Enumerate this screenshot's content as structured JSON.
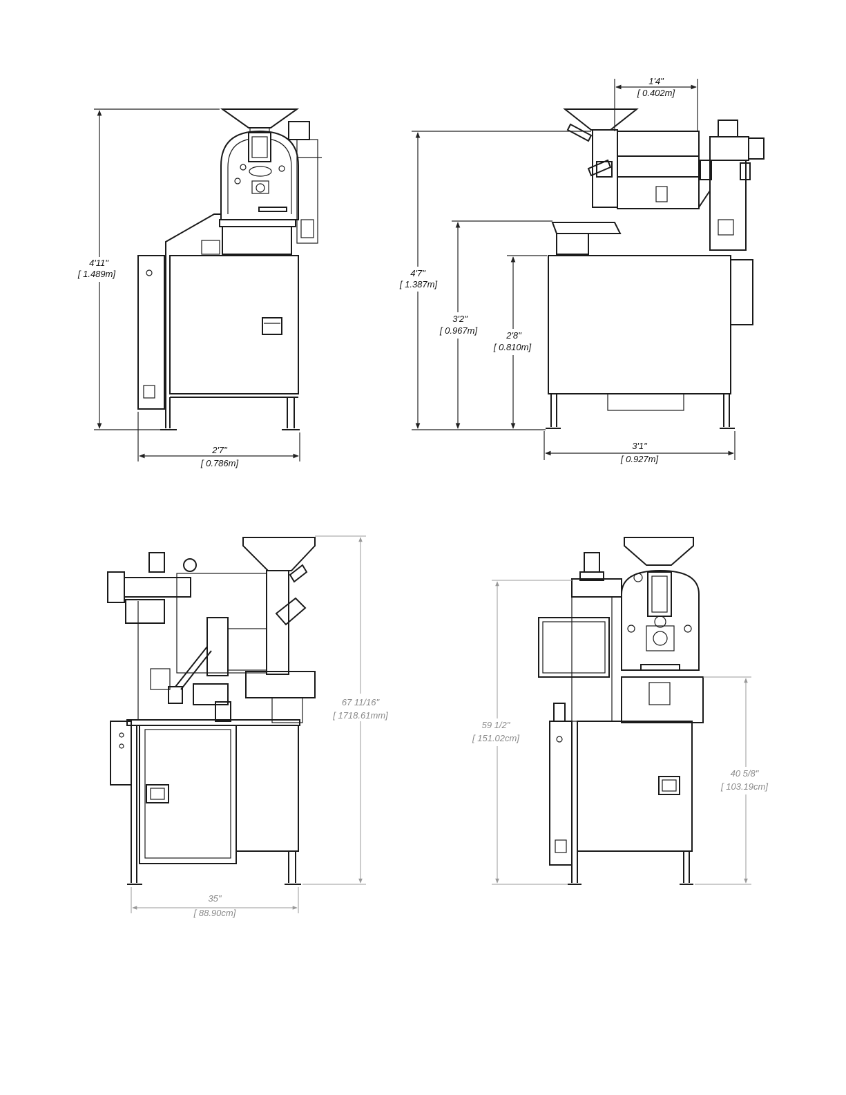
{
  "views": {
    "front": {
      "height_imperial": "4'11\"",
      "height_metric": "[ 1.489m]",
      "width_imperial": "2'7\"",
      "width_metric": "[ 0.786m]"
    },
    "side": {
      "depth_top_imperial": "1'4\"",
      "depth_top_metric": "[ 0.402m]",
      "height_imperial": "4'7\"",
      "height_metric": "[ 1.387m]",
      "hopper_height_imperial": "3'2\"",
      "hopper_height_metric": "[ 0.967m]",
      "table_height_imperial": "2'8\"",
      "table_height_metric": "[ 0.810m]",
      "width_imperial": "3'1\"",
      "width_metric": "[ 0.927m]"
    },
    "lower_left": {
      "height_imperial": "67 11/16\"",
      "height_metric": "[ 1718.61mm]",
      "width_imperial": "35\"",
      "width_metric": "[ 88.90cm]"
    },
    "lower_right": {
      "height_imperial": "59 1/2\"",
      "height_metric": "[ 151.02cm]",
      "table_height_imperial": "40 5/8\"",
      "table_height_metric": "[ 103.19cm]"
    }
  }
}
